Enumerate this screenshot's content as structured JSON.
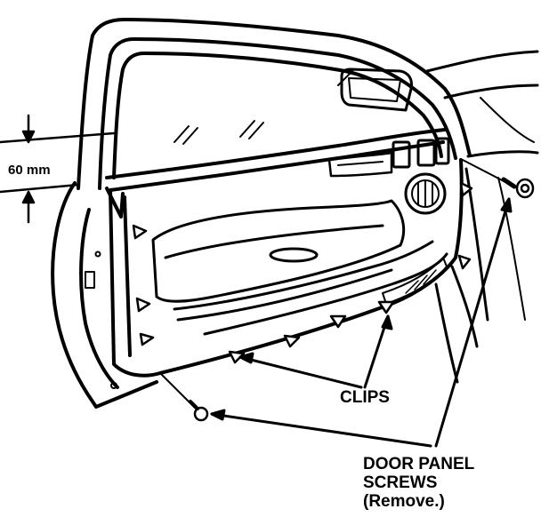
{
  "labels": {
    "dimension": "60 mm",
    "clips": "CLIPS",
    "screws_line1": "DOOR PANEL",
    "screws_line2": "SCREWS",
    "screws_line3": "(Remove.)"
  },
  "colors": {
    "ink": "#000000",
    "paper": "#ffffff"
  }
}
